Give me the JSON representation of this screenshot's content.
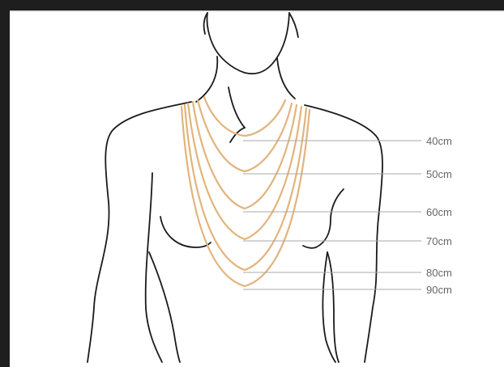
{
  "colors": {
    "frame": "#1e1e1e",
    "background": "#ffffff",
    "outline": "#1a1a1a",
    "chain": "#e2b47c",
    "guide": "#a8a8a8",
    "label": "#666666"
  },
  "lengths": [
    {
      "label": "40cm",
      "value": 40
    },
    {
      "label": "50cm",
      "value": 50
    },
    {
      "label": "60cm",
      "value": 60
    },
    {
      "label": "70cm",
      "value": 70
    },
    {
      "label": "80cm",
      "value": 80
    },
    {
      "label": "90cm",
      "value": 90
    }
  ]
}
